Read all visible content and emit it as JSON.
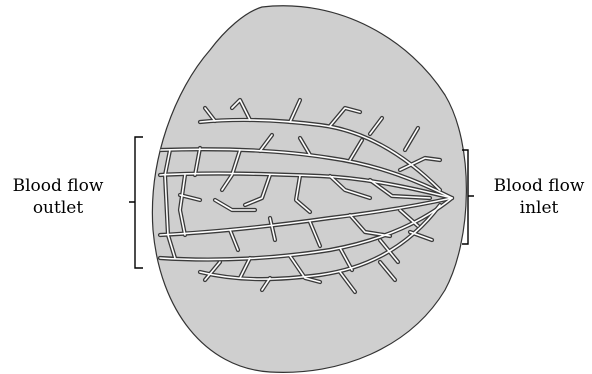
{
  "labels": {
    "outlet": {
      "line1": "Blood flow",
      "line2": "outlet"
    },
    "inlet": {
      "line1": "Blood flow",
      "line2": "inlet"
    }
  },
  "colors": {
    "tissue_fill": "#cfcfcf",
    "outline": "#333333",
    "vessel_outline": "#3a3a3a",
    "vessel_fill": "#ffffff",
    "bracket": "#000000"
  }
}
